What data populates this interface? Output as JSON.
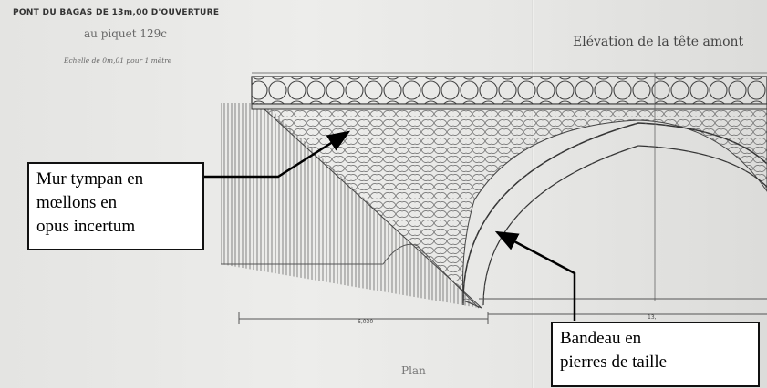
{
  "header": {
    "title": "PONT DU BAGAS DE 13m,00 D'OUVERTURE",
    "subtitle": "au piquet 129c",
    "scale": "Echelle de 0m,01 pour 1 mètre"
  },
  "view_title": "Elévation de la tête amont",
  "plan_label": "Plan",
  "callouts": {
    "left": [
      "Mur tympan en",
      "mœllons en",
      "opus incertum"
    ],
    "right": [
      "Bandeau en",
      "pierres de taille"
    ]
  },
  "dimensions": {
    "bottom_left": "6,030",
    "bottom_right": "13,"
  },
  "colors": {
    "ink": "#1a1a1a",
    "paper": "#e9e9e7",
    "callout_box": "#ffffff"
  }
}
